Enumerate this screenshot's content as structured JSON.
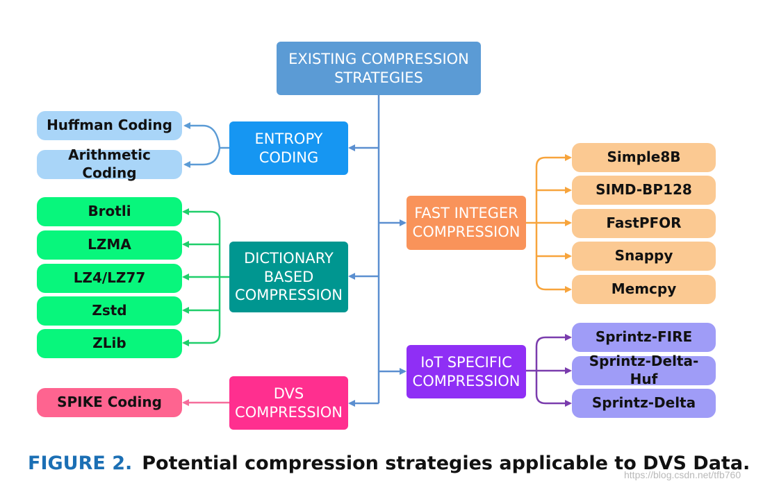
{
  "root": {
    "label": "EXISTING COMPRESSION\nSTRATEGIES"
  },
  "hubs": {
    "entropy": {
      "label": "ENTROPY\nCODING"
    },
    "dictionary": {
      "label": "DICTIONARY\nBASED\nCOMPRESSION"
    },
    "dvs": {
      "label": "DVS\nCOMPRESSION"
    },
    "fast_integer": {
      "label": "FAST INTEGER\nCOMPRESSION"
    },
    "iot": {
      "label": "IoT SPECIFIC\nCOMPRESSION"
    }
  },
  "leaves": {
    "entropy": [
      "Huffman Coding",
      "Arithmetic Coding"
    ],
    "dictionary": [
      "Brotli",
      "LZMA",
      "LZ4/LZ77",
      "Zstd",
      "ZLib"
    ],
    "dvs": [
      "SPIKE Coding"
    ],
    "fast_integer": [
      "Simple8B",
      "SIMD-BP128",
      "FastPFOR",
      "Snappy",
      "Memcpy"
    ],
    "iot": [
      "Sprintz-FIRE",
      "Sprintz-Delta-Huf",
      "Sprintz-Delta"
    ]
  },
  "colors": {
    "root": "#5b9bd5",
    "entropy": "#1696f2",
    "dictionary": "#009690",
    "dvs": "#ff2f8f",
    "fast_integer": "#f9935a",
    "iot": "#8f2ff5",
    "line_entropy": "#5b9bd5",
    "line_dictionary": "#1fce6a",
    "line_dvs": "#f56d9b",
    "line_fast": "#f7a43c",
    "line_iot": "#7a3cad",
    "line_main": "#5b8fd0"
  },
  "caption": {
    "label": "FIGURE 2.",
    "text": "Potential compression strategies applicable to DVS Data."
  },
  "watermark": "https://blog.csdn.net/tfb760"
}
